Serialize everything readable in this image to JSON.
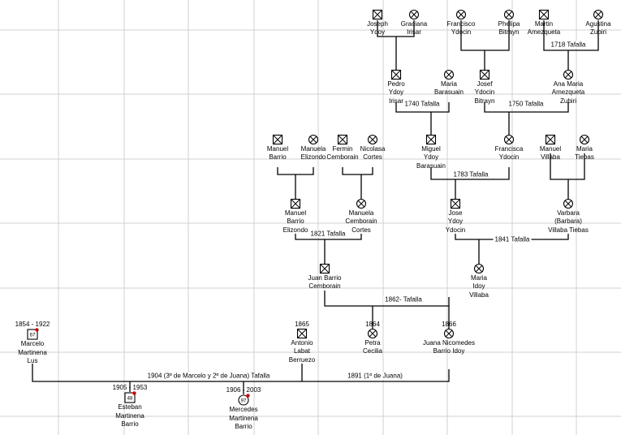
{
  "colors": {
    "grid": "#d0d0d0",
    "line": "#000000",
    "badge": "#cc0000",
    "background": "#ffffff"
  },
  "people": [
    {
      "id": "joseph",
      "name": "Joseph\nYdoy",
      "sex": "male"
    },
    {
      "id": "graciana",
      "name": "Graciana\nIrisar",
      "sex": "female"
    },
    {
      "id": "francisco",
      "name": "Francisco\nYdocin",
      "sex": "female"
    },
    {
      "id": "phelipa",
      "name": "Phelipa\nBitrayn",
      "sex": "female"
    },
    {
      "id": "martin",
      "name": "Martin\nAmezqueta",
      "sex": "male"
    },
    {
      "id": "agustina",
      "name": "Agustina\nZubiri",
      "sex": "female"
    },
    {
      "id": "pedro",
      "name": "Pedro\nYdoy\nIrisar",
      "sex": "male"
    },
    {
      "id": "maria-barasuain",
      "name": "Maria\nBarasuain",
      "sex": "female"
    },
    {
      "id": "josef",
      "name": "Josef\nYdocin\nBitrayn",
      "sex": "male"
    },
    {
      "id": "ana-maria",
      "name": "Ana Maria\nAmezqueta\nZubiri",
      "sex": "female"
    },
    {
      "id": "manuel-barrio",
      "name": "Manuel\nBarrio",
      "sex": "male"
    },
    {
      "id": "manuela-elizondo",
      "name": "Manuela\nElizondo",
      "sex": "female"
    },
    {
      "id": "fermin",
      "name": "Fermin\nCemborain",
      "sex": "male"
    },
    {
      "id": "nicolasa",
      "name": "Nicolasa\nCortes",
      "sex": "female"
    },
    {
      "id": "miguel",
      "name": "Miguel\nYdoy\nBarasuain",
      "sex": "male"
    },
    {
      "id": "francisca",
      "name": "Francisca\nYdocin",
      "sex": "female"
    },
    {
      "id": "manuel-villaba",
      "name": "Manuel\nVillaba",
      "sex": "male"
    },
    {
      "id": "maria-tiebas",
      "name": "Maria\nTiebas",
      "sex": "female"
    },
    {
      "id": "manuel-barrio-elizondo",
      "name": "Manuel\nBarrio\nElizondo",
      "sex": "male"
    },
    {
      "id": "manuela-cemborain",
      "name": "Manuela\nCemborain\nCortes",
      "sex": "female"
    },
    {
      "id": "jose",
      "name": "Jose\nYdoy\nYdocin",
      "sex": "male"
    },
    {
      "id": "varbara",
      "name": "Varbara\n(Barbara)\nVillaba Tiebas",
      "sex": "female"
    },
    {
      "id": "juan",
      "name": "Juan Barrio\nCemborain",
      "sex": "male"
    },
    {
      "id": "maria-idoy",
      "name": "Maria\nIdoy\nVillaba",
      "sex": "female"
    },
    {
      "id": "marcelo",
      "name": "Marcelo\nMartinena\nLus",
      "sex": "male",
      "label": "1854 - 1922",
      "age": "67",
      "badge": true
    },
    {
      "id": "antonio",
      "name": "Antonio\nLabat\nBerruezo",
      "sex": "male",
      "label": "1865"
    },
    {
      "id": "petra",
      "name": "Petra\nCecilia",
      "sex": "female",
      "label": "1864"
    },
    {
      "id": "juana",
      "name": "Juana Nicomedes\nBarrio Idoy",
      "sex": "female",
      "label": "1866"
    },
    {
      "id": "esteban",
      "name": "Esteban\nMartinena\nBarrio",
      "sex": "male",
      "label": "1905 - 1953",
      "age": "48",
      "badge": true
    },
    {
      "id": "mercedes",
      "name": "Mercedes\nMartinena\nBarrio",
      "sex": "female",
      "label": "1906 - 2003",
      "age": "97",
      "badge": true
    }
  ],
  "edge_labels": [
    {
      "id": "u1718",
      "text": "1718 Tafalla"
    },
    {
      "id": "u1740",
      "text": "1740 Tafalla"
    },
    {
      "id": "u1750",
      "text": "1750 Tafalla"
    },
    {
      "id": "u1783",
      "text": "1783 Tafalla"
    },
    {
      "id": "u1821",
      "text": "1821 Tafalla"
    },
    {
      "id": "u1841",
      "text": "1841 Tafalla"
    },
    {
      "id": "u1862",
      "text": "1862- Tafalla"
    },
    {
      "id": "u1904",
      "text": "1904 (3º de Marcelo y 2º de Juana) Tafalla"
    },
    {
      "id": "u1891",
      "text": "1891 (1º de Juana)"
    }
  ]
}
